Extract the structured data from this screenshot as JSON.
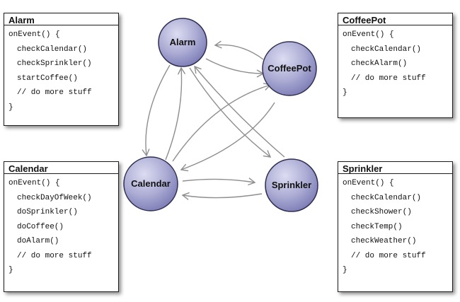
{
  "components": {
    "alarm": {
      "title": "Alarm",
      "code_lines": [
        "onEvent() {",
        "checkCalendar()",
        "checkSprinkler()",
        "startCoffee()",
        "// do more stuff",
        "}"
      ]
    },
    "coffeepot": {
      "title": "CoffeePot",
      "code_lines": [
        "onEvent() {",
        "checkCalendar()",
        "checkAlarm()",
        "// do more stuff",
        "}"
      ]
    },
    "calendar": {
      "title": "Calendar",
      "code_lines": [
        "onEvent() {",
        "checkDayOfWeek()",
        "doSprinkler()",
        "doCoffee()",
        "doAlarm()",
        "// do more stuff",
        "}"
      ]
    },
    "sprinkler": {
      "title": "Sprinkler",
      "code_lines": [
        "onEvent() {",
        "checkCalendar()",
        "checkShower()",
        "checkTemp()",
        "checkWeather()",
        "// do more stuff",
        "}"
      ]
    }
  },
  "nodes": {
    "alarm": "Alarm",
    "coffeepot": "CoffeePot",
    "calendar": "Calendar",
    "sprinkler": "Sprinkler"
  },
  "colors": {
    "node_fill_light": "#dcdcf2",
    "node_fill_dark": "#8080b8",
    "node_stroke": "#2e2e52",
    "arrow": "#8e8e8e",
    "box_border": "#1c1c1c"
  }
}
